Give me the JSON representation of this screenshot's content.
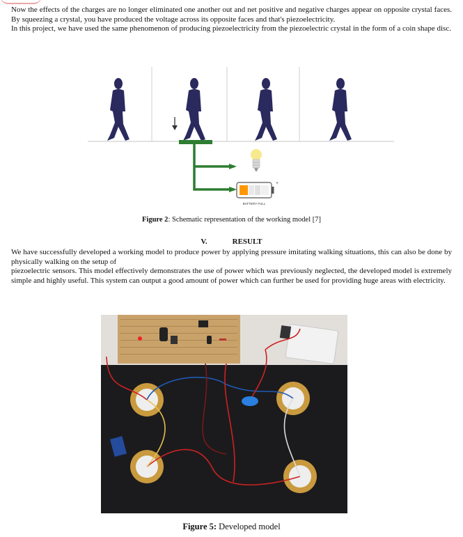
{
  "paragraphs": {
    "intro": "Now the effects of the charges are no longer eliminated one another out and net positive and negative charges appear on opposite crystal faces. By squeezing a crystal, you have produced the voltage across its opposite faces and that's piezoelectricity.",
    "project": "In this project, we have used the same phenomenon of producing piezoelectricity from the piezoelectric crystal in the form of a coin shape disc.",
    "result_1": "We have successfully developed a working model to produce power by applying pressure imitating walking situations, this can also be done by physically walking on the setup of",
    "result_2": "piezoelectric sensors. This model effectively demonstrates the use of power which was previously neglected, the developed model is extremely simple and highly useful. This system can output a good amount of power which can further be used for providing huge areas with electricity."
  },
  "section": {
    "number": "V.",
    "title": "RESULT"
  },
  "figure2": {
    "label": "Figure 2",
    "caption": ": Schematic representation of the working model [7]",
    "battery_label": "BATTERY FULL",
    "plus_sign": "+"
  },
  "figure5": {
    "label": "Figure 5:",
    "caption": " Developed model"
  },
  "colors": {
    "figure": "#2a2a5e",
    "wire": "#2e7d32",
    "battery": "#ff9800",
    "bulb": "#f7e98e"
  }
}
